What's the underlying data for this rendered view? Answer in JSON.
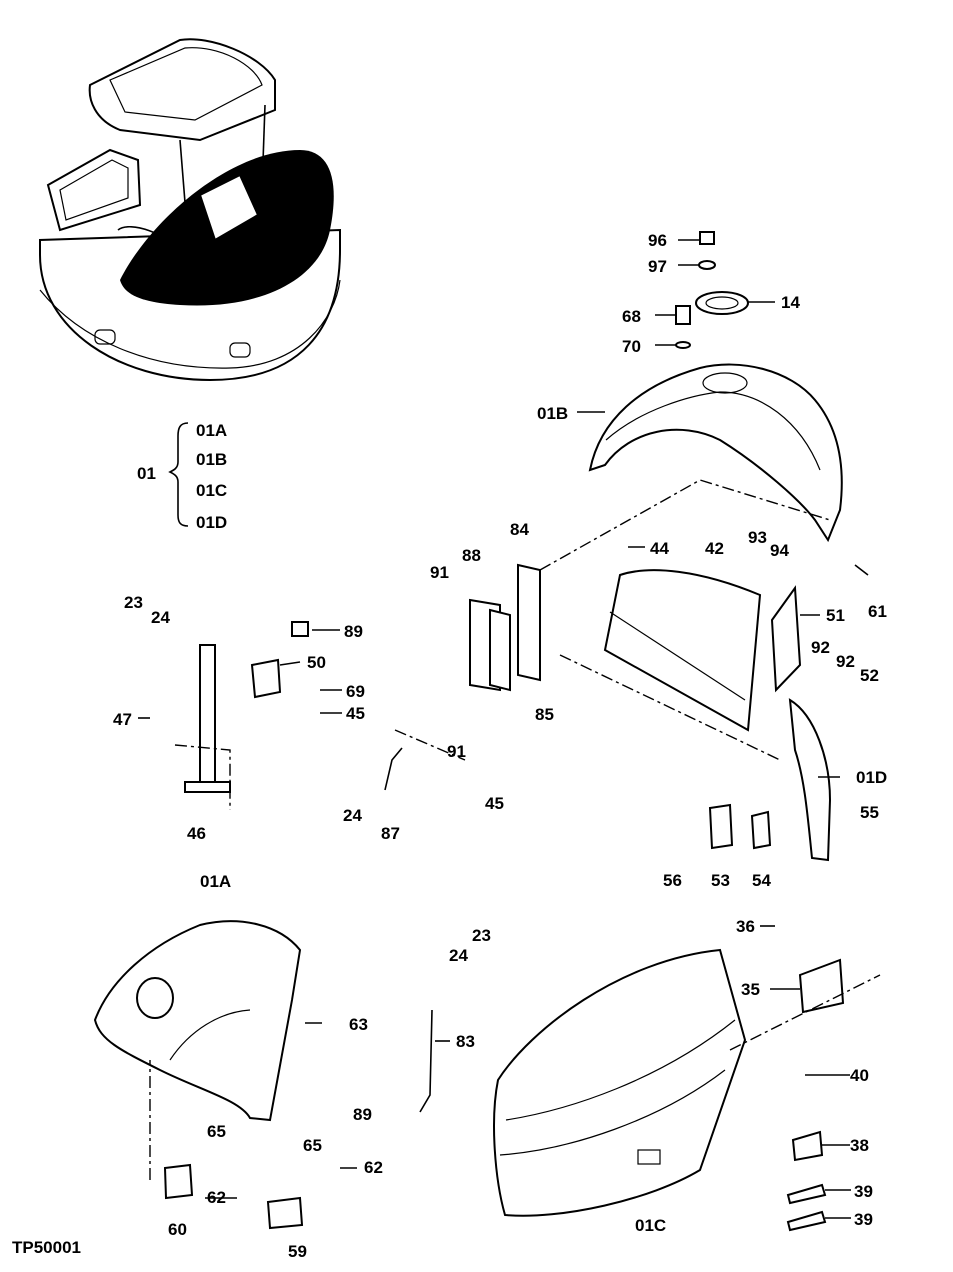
{
  "figure_id": "TP50001",
  "group": {
    "parent": "01",
    "children": [
      "01A",
      "01B",
      "01C",
      "01D"
    ]
  },
  "callouts": [
    {
      "id": "c96",
      "text": "96"
    },
    {
      "id": "c97",
      "text": "97"
    },
    {
      "id": "c14",
      "text": "14"
    },
    {
      "id": "c68",
      "text": "68"
    },
    {
      "id": "c70",
      "text": "70"
    },
    {
      "id": "c01B",
      "text": "01B"
    },
    {
      "id": "c61",
      "text": "61"
    },
    {
      "id": "c93",
      "text": "93"
    },
    {
      "id": "c94",
      "text": "94"
    },
    {
      "id": "c44",
      "text": "44"
    },
    {
      "id": "c42",
      "text": "42"
    },
    {
      "id": "c84",
      "text": "84"
    },
    {
      "id": "c88",
      "text": "88"
    },
    {
      "id": "c91a",
      "text": "91"
    },
    {
      "id": "c51",
      "text": "51"
    },
    {
      "id": "c92a",
      "text": "92"
    },
    {
      "id": "c92b",
      "text": "92"
    },
    {
      "id": "c52",
      "text": "52"
    },
    {
      "id": "c23a",
      "text": "23"
    },
    {
      "id": "c24a",
      "text": "24"
    },
    {
      "id": "c89a",
      "text": "89"
    },
    {
      "id": "c50",
      "text": "50"
    },
    {
      "id": "c69",
      "text": "69"
    },
    {
      "id": "c45a",
      "text": "45"
    },
    {
      "id": "c47",
      "text": "47"
    },
    {
      "id": "c85",
      "text": "85"
    },
    {
      "id": "c91b",
      "text": "91"
    },
    {
      "id": "c45b",
      "text": "45"
    },
    {
      "id": "c24b",
      "text": "24"
    },
    {
      "id": "c87",
      "text": "87"
    },
    {
      "id": "c46",
      "text": "46"
    },
    {
      "id": "c01D",
      "text": "01D"
    },
    {
      "id": "c55",
      "text": "55"
    },
    {
      "id": "c56",
      "text": "56"
    },
    {
      "id": "c53",
      "text": "53"
    },
    {
      "id": "c54",
      "text": "54"
    },
    {
      "id": "c01A",
      "text": "01A"
    },
    {
      "id": "c23b",
      "text": "23"
    },
    {
      "id": "c24c",
      "text": "24"
    },
    {
      "id": "c36",
      "text": "36"
    },
    {
      "id": "c35",
      "text": "35"
    },
    {
      "id": "c63",
      "text": "63"
    },
    {
      "id": "c83",
      "text": "83"
    },
    {
      "id": "c40",
      "text": "40"
    },
    {
      "id": "c89b",
      "text": "89"
    },
    {
      "id": "c38",
      "text": "38"
    },
    {
      "id": "c65a",
      "text": "65"
    },
    {
      "id": "c65b",
      "text": "65"
    },
    {
      "id": "c62a",
      "text": "62"
    },
    {
      "id": "c62b",
      "text": "62"
    },
    {
      "id": "c39a",
      "text": "39"
    },
    {
      "id": "c39b",
      "text": "39"
    },
    {
      "id": "c60",
      "text": "60"
    },
    {
      "id": "c59",
      "text": "59"
    },
    {
      "id": "c01C",
      "text": "01C"
    }
  ]
}
